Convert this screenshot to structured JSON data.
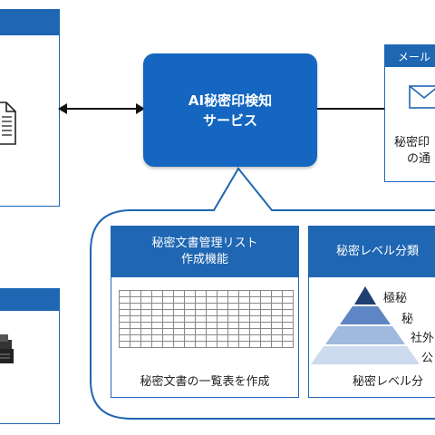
{
  "center_service": {
    "line1": "AI秘密印検知",
    "line2": "サービス"
  },
  "mail_panel": {
    "header": "メール",
    "text_line1": "秘密印",
    "text_line2": "の通"
  },
  "cards": {
    "list_card": {
      "title_line1": "秘密文書管理リスト",
      "title_line2": "作成機能",
      "caption": "秘密文書の一覧表を作成"
    },
    "level_card": {
      "title": "秘密レベル分類",
      "levels": [
        "極秘",
        "秘",
        "社外",
        "公"
      ],
      "caption": "秘密レベル分"
    }
  },
  "colors": {
    "primary": "#1f66b3",
    "center": "#1566c0",
    "pyramid_top": "#1f3f73",
    "pyramid_2": "#5f86c4",
    "pyramid_3": "#9fb9df",
    "pyramid_4": "#cddbef"
  },
  "icons": [
    "document-icon",
    "mail-icon",
    "printer-icon",
    "double-arrow-icon"
  ]
}
